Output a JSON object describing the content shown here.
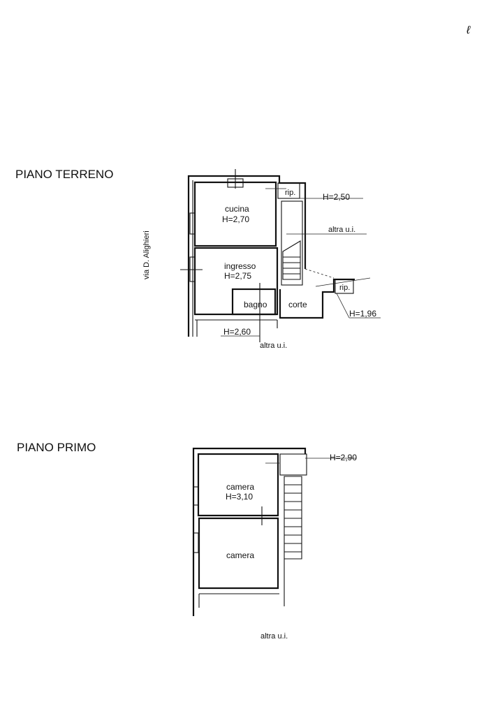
{
  "mark": "ℓ",
  "ground_floor": {
    "title": "PIANO TERRENO",
    "street": "via D. Alighieri",
    "rooms": {
      "kitchen": "cucina",
      "kitchen_height": "H=2,70",
      "entrance": "ingresso",
      "entrance_height": "H=2,75",
      "bathroom": "bagno",
      "courtyard": "corte",
      "storage_top": "rip.",
      "storage_right": "rip."
    },
    "heights": {
      "stair": "H=2,50",
      "right_storage": "H=1,96",
      "bottom": "H=2,60"
    },
    "other_unit_right": "altra u.i.",
    "other_unit_bottom": "altra u.i."
  },
  "first_floor": {
    "title": "PIANO PRIMO",
    "rooms": {
      "bedroom_top": "camera",
      "bedroom_top_height": "H=3,10",
      "bedroom_bottom": "camera"
    },
    "heights": {
      "stair": "H=2,90"
    },
    "other_unit_bottom": "altra u.i."
  }
}
